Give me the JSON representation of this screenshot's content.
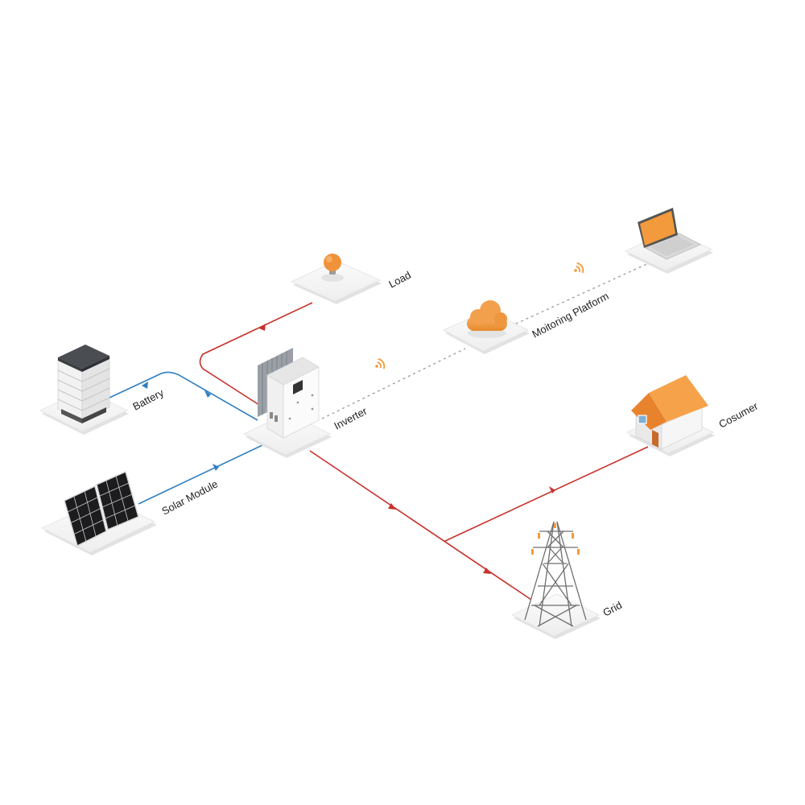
{
  "labels": {
    "load": "Load",
    "monitoring": "Moitoring Platform",
    "battery": "Battery",
    "inverter": "Inverter",
    "consumer": "Cosumer",
    "solar": "Solar Module",
    "grid": "Grid"
  },
  "colors": {
    "ac_line": "#c8322b",
    "dc_line": "#2f7fc1",
    "wireless_line": "#9a9a9a",
    "accent_orange": "#f39a3c",
    "platform": "#f5f5f5"
  },
  "icons": {
    "load": "light-bulb-icon",
    "monitoring": "cloud-icon",
    "laptop": "laptop-icon",
    "battery": "battery-stack-icon",
    "inverter": "inverter-icon",
    "consumer": "house-icon",
    "solar": "solar-panel-icon",
    "grid": "transmission-tower-icon",
    "wireless": "wifi-signal-icon"
  }
}
